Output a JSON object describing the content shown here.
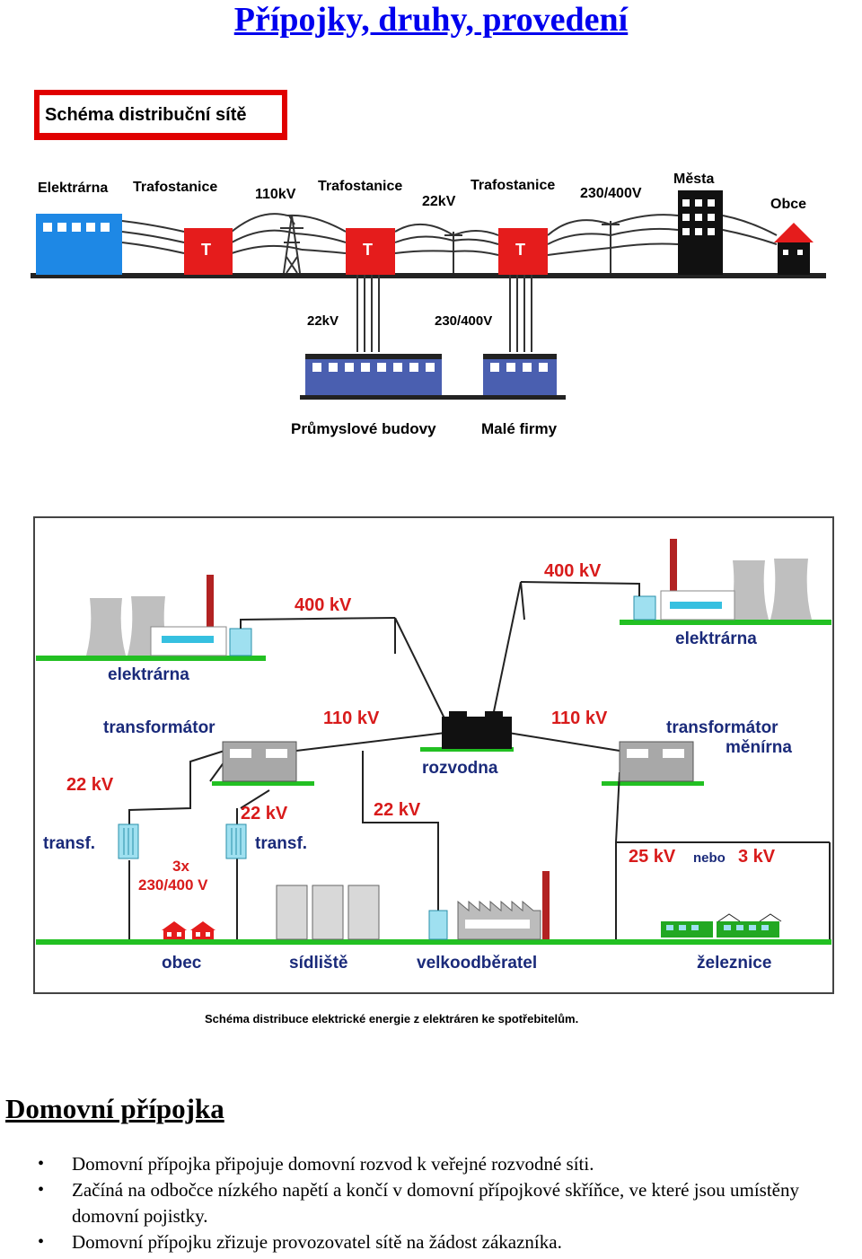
{
  "page_title": "Přípojky, druhy, provedení",
  "diagram1": {
    "heading": "Schéma distribuční sítě",
    "labels": {
      "elektrarna": "Elektrárna",
      "trafostanice1": "Trafostanice",
      "v110": "110kV",
      "trafostanice2": "Trafostanice",
      "v22": "22kV",
      "trafostanice3": "Trafostanice",
      "v230": "230/400V",
      "mesta": "Města",
      "obce": "Obce",
      "t": "T",
      "sub22": "22kV",
      "sub230": "230/400V",
      "prumyslove": "Průmyslové budovy",
      "male_firmy": "Malé firmy"
    }
  },
  "diagram2": {
    "caption": "Schéma distribuce elektrické energie z elektráren ke spotřebitelům.",
    "labels": {
      "elektrarna_left": "elektrárna",
      "v400_left": "400 kV",
      "v400_right": "400 kV",
      "elektrarna_right": "elektrárna",
      "transformator_left": "transformátor",
      "v110_left": "110 kV",
      "v110_right": "110 kV",
      "transformator_right": "transformátor",
      "menirna": "měnírna",
      "rozvodna": "rozvodna",
      "v22_left": "22 kV",
      "v22_mid": "22 kV",
      "v22_right": "22 kV",
      "transf_left": "transf.",
      "transf_mid": "transf.",
      "three_x": "3x",
      "v230_400": "230/400 V",
      "v25": "25 kV",
      "nebo": "nebo",
      "v3": "3 kV",
      "obec": "obec",
      "sidliste": "sídliště",
      "velkoodberatel": "velkoodběratel",
      "zeleznice": "železnice"
    }
  },
  "section": {
    "heading": "Domovní přípojka",
    "bullets": [
      "Domovní přípojka připojuje domovní rozvod k veřejné rozvodné síti.",
      "Začíná na odbočce nízkého napětí a končí v domovní přípojkové skříňce, ve které jsou umístěny domovní pojistky.",
      "Domovní přípojku zřizuje provozovatel sítě na žádost zákazníka."
    ]
  }
}
